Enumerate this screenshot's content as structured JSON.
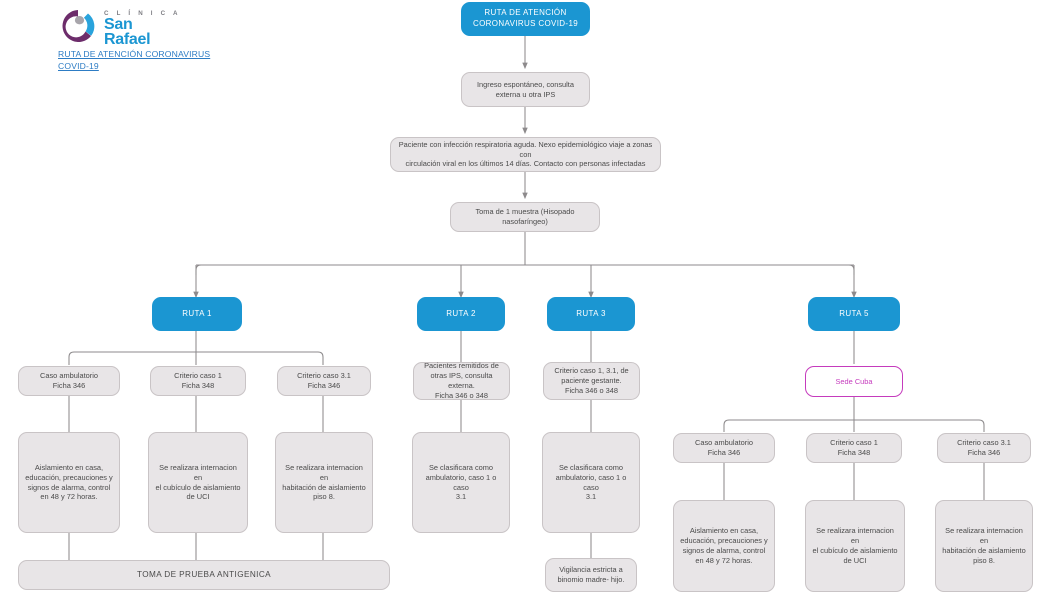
{
  "header": {
    "logo": {
      "clinica": "C L Í N I C A",
      "san": "San",
      "rafael": "Rafael",
      "purple": "#6d2d6b",
      "blue": "#1b96d2",
      "dot": "#a8a5ab"
    },
    "document_title": "RUTA DE ATENCIÓN CORONAVIRUS COVID-19"
  },
  "colors": {
    "blue": "#1b96d2",
    "gray_fill": "#e8e5e7",
    "gray_border": "#c9c4c6",
    "magenta": "#c53bbd",
    "connector": "#8d8a8c",
    "text_gray": "#4a4a4a",
    "link_blue": "#2d7cc4"
  },
  "nodes": {
    "root": "RUTA DE ATENCIÓN\nCORONAVIRUS COVID-19",
    "ingreso": "Ingreso espontáneo, consulta\nexterna u otra IPS",
    "paciente": "Paciente con infección respiratoria aguda. Nexo epidemiológico viaje a zonas con\ncirculación viral en los últimos 14 días. Contacto con personas infectadas",
    "toma_muestra": "Toma de 1 muestra (Hisopado nasofaríngeo)",
    "ruta1": "RUTA 1",
    "ruta2": "RUTA 2",
    "ruta3": "RUTA 3",
    "ruta5": "RUTA 5",
    "sede_cuba": "Sede Cuba",
    "r1_c1": "Caso ambulatorio\nFicha 346",
    "r1_c2": "Criterio caso 1\nFicha 348",
    "r1_c3": "Criterio caso 3.1\nFicha 346",
    "r1_d1": "Aislamiento en casa,\neducación, precauciones y\nsignos de alarma, control\nen 48 y 72 horas.",
    "r1_d2": "Se realizara internacion en\nel cubículo de aislamiento\nde UCI",
    "r1_d3": "Se realizara internacion en\nhabitación de aislamiento\npiso 8.",
    "toma_antigenica": "TOMA DE PRUEBA ANTIGENICA",
    "r2_c1": "Pacientes remitidos de\notras IPS, consulta externa.\nFicha 346 o 348",
    "r2_d1": "Se clasificara como\nambulatorio, caso 1 o caso\n3.1",
    "r3_c1": "Criterio caso 1, 3.1, de\npaciente gestante.\nFicha 346 o 348",
    "r3_d1": "Se clasificara como\nambulatorio, caso 1 o caso\n3.1",
    "r3_d2": "Vigilancia estricta a\nbinomio madre- hijo.",
    "r5_c1": "Caso ambulatorio\nFicha 346",
    "r5_c2": "Criterio caso 1\nFicha 348",
    "r5_c3": "Criterio caso 3.1\nFicha 346",
    "r5_d1": "Aislamiento en casa,\neducación, precauciones y\nsignos de alarma, control\nen 48 y 72 horas.",
    "r5_d2": "Se realizara internacion en\nel cubículo de aislamiento\nde UCI",
    "r5_d3": "Se realizara internacion en\nhabitación de aislamiento\npiso 8."
  }
}
